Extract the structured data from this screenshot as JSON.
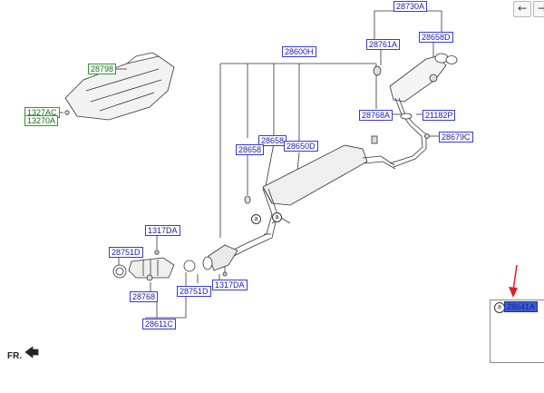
{
  "toolbar": {
    "back_icon": "←",
    "forward_icon": "→"
  },
  "footer": {
    "fr_label": "FR."
  },
  "detail": {
    "letter": "a"
  },
  "markers": {
    "a1": "a",
    "a2": "a"
  },
  "labels": {
    "p28730A": "28730A",
    "p28761A": "28761A",
    "p28658D": "28658D",
    "p28600H": "28600H",
    "p28798": "28798",
    "p1327AC": "1327AC",
    "p13270A": "13270A",
    "p28768A": "28768A",
    "p21182P": "21182P",
    "p28658a": "28658",
    "p28658b": "28658",
    "p28650D": "28650D",
    "p28679C": "28679C",
    "p1317DA_top": "1317DA",
    "p28751D_left": "28751D",
    "p28768": "28768",
    "p28751D_right": "28751D",
    "p1317DA_bot": "1317DA",
    "p28611C": "28611C",
    "p28641A": "28641A"
  },
  "colors": {
    "label_border": "#3a3ad0",
    "label_text": "#1c1ca6",
    "highlight": "#3d5bd9",
    "arrow": "#e02020",
    "green_label": "#2f9a2f"
  }
}
